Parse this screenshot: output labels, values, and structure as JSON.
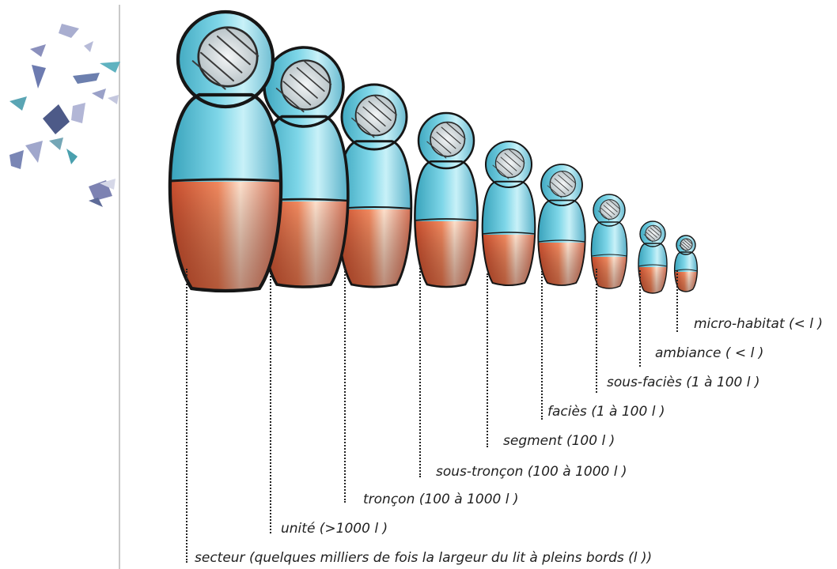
{
  "colors": {
    "doll_top": "#3fb4cf",
    "doll_bottom": "#e0532b",
    "outline": "#1a1a1a",
    "confetti_blue": "#7f86b3",
    "confetti_teal": "#5aa4b4",
    "rule": "#c9c9c9"
  },
  "icons": [
    "confetti-decoration",
    "nesting-doll"
  ],
  "levels": [
    {
      "label": "secteur (quelques milliers de fois la largeur du lit à pleins bords (l ))"
    },
    {
      "label": "unité (>1000 l )"
    },
    {
      "label": "tronçon (100 à 1000 l )"
    },
    {
      "label": "sous-tronçon (100 à 1000 l )"
    },
    {
      "label": "segment (100 l )"
    },
    {
      "label": "faciès (1 à 100 l )"
    },
    {
      "label": "sous-faciès (1 à 100 l )"
    },
    {
      "label": "ambiance ( < l )"
    },
    {
      "label": "micro-habitat (< l )"
    }
  ]
}
